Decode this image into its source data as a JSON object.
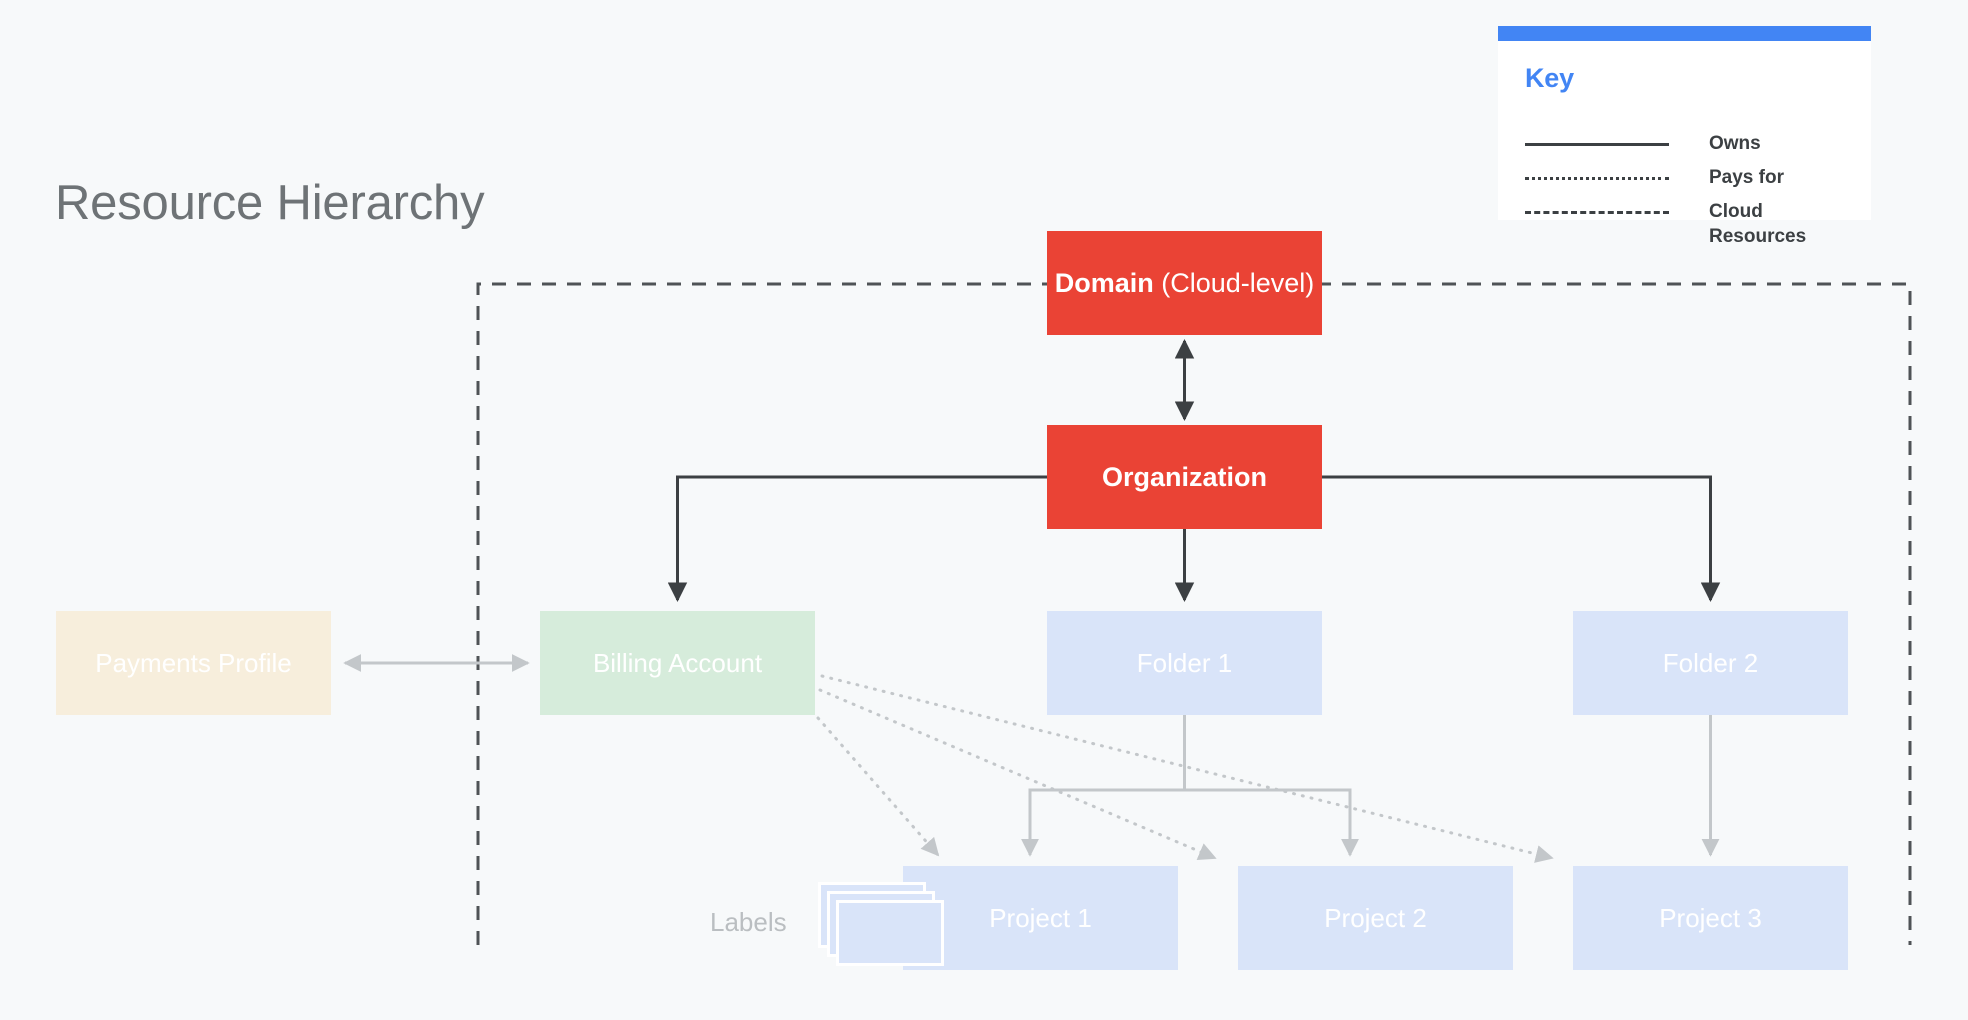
{
  "title": "Resource Hierarchy",
  "colors": {
    "background": "#f7f9fa",
    "red": "#ea4335",
    "blue_accent": "#4285f4",
    "node_blue": "#d9e4f9",
    "node_green": "#d6ecdb",
    "node_beige": "#f7eedc",
    "title_gray": "#6e7376",
    "connector_dark": "#3c4043",
    "connector_light": "#c3c7ca"
  },
  "key": {
    "heading": "Key",
    "entries": [
      {
        "style": "solid",
        "label": "Owns"
      },
      {
        "style": "dotted",
        "label": "Pays for"
      },
      {
        "style": "dashed",
        "label": "Cloud Resources"
      }
    ]
  },
  "nodes": {
    "domain": {
      "label_bold": "Domain",
      "label_regular": "(Cloud-level)"
    },
    "organization": {
      "label": "Organization"
    },
    "billing_account": {
      "label": "Billing Account"
    },
    "payments_profile": {
      "label": "Payments Profile"
    },
    "folder1": {
      "label": "Folder 1"
    },
    "folder2": {
      "label": "Folder 2"
    },
    "project1": {
      "label": "Project 1"
    },
    "project2": {
      "label": "Project 2"
    },
    "project3": {
      "label": "Project 3"
    },
    "labels": {
      "label": "Labels"
    }
  },
  "edges": [
    {
      "from": "domain",
      "to": "organization",
      "style": "solid",
      "direction": "bidirectional",
      "meaning": "Owns"
    },
    {
      "from": "organization",
      "to": "billing_account",
      "style": "solid",
      "direction": "down",
      "meaning": "Owns"
    },
    {
      "from": "organization",
      "to": "folder1",
      "style": "solid",
      "direction": "down",
      "meaning": "Owns"
    },
    {
      "from": "organization",
      "to": "folder2",
      "style": "solid",
      "direction": "down",
      "meaning": "Owns"
    },
    {
      "from": "payments_profile",
      "to": "billing_account",
      "style": "solid",
      "direction": "bidirectional",
      "meaning": "Owns"
    },
    {
      "from": "folder1",
      "to": "project1",
      "style": "solid",
      "direction": "down",
      "meaning": "Owns"
    },
    {
      "from": "folder1",
      "to": "project2",
      "style": "solid",
      "direction": "down",
      "meaning": "Owns"
    },
    {
      "from": "folder2",
      "to": "project3",
      "style": "solid",
      "direction": "down",
      "meaning": "Owns"
    },
    {
      "from": "billing_account",
      "to": "project1",
      "style": "dotted",
      "direction": "down",
      "meaning": "Pays for"
    },
    {
      "from": "billing_account",
      "to": "project2",
      "style": "dotted",
      "direction": "down",
      "meaning": "Pays for"
    },
    {
      "from": "billing_account",
      "to": "project3",
      "style": "dotted",
      "direction": "down",
      "meaning": "Pays for"
    }
  ],
  "cloud_resources_boundary": {
    "style": "dashed",
    "meaning": "Cloud Resources"
  }
}
